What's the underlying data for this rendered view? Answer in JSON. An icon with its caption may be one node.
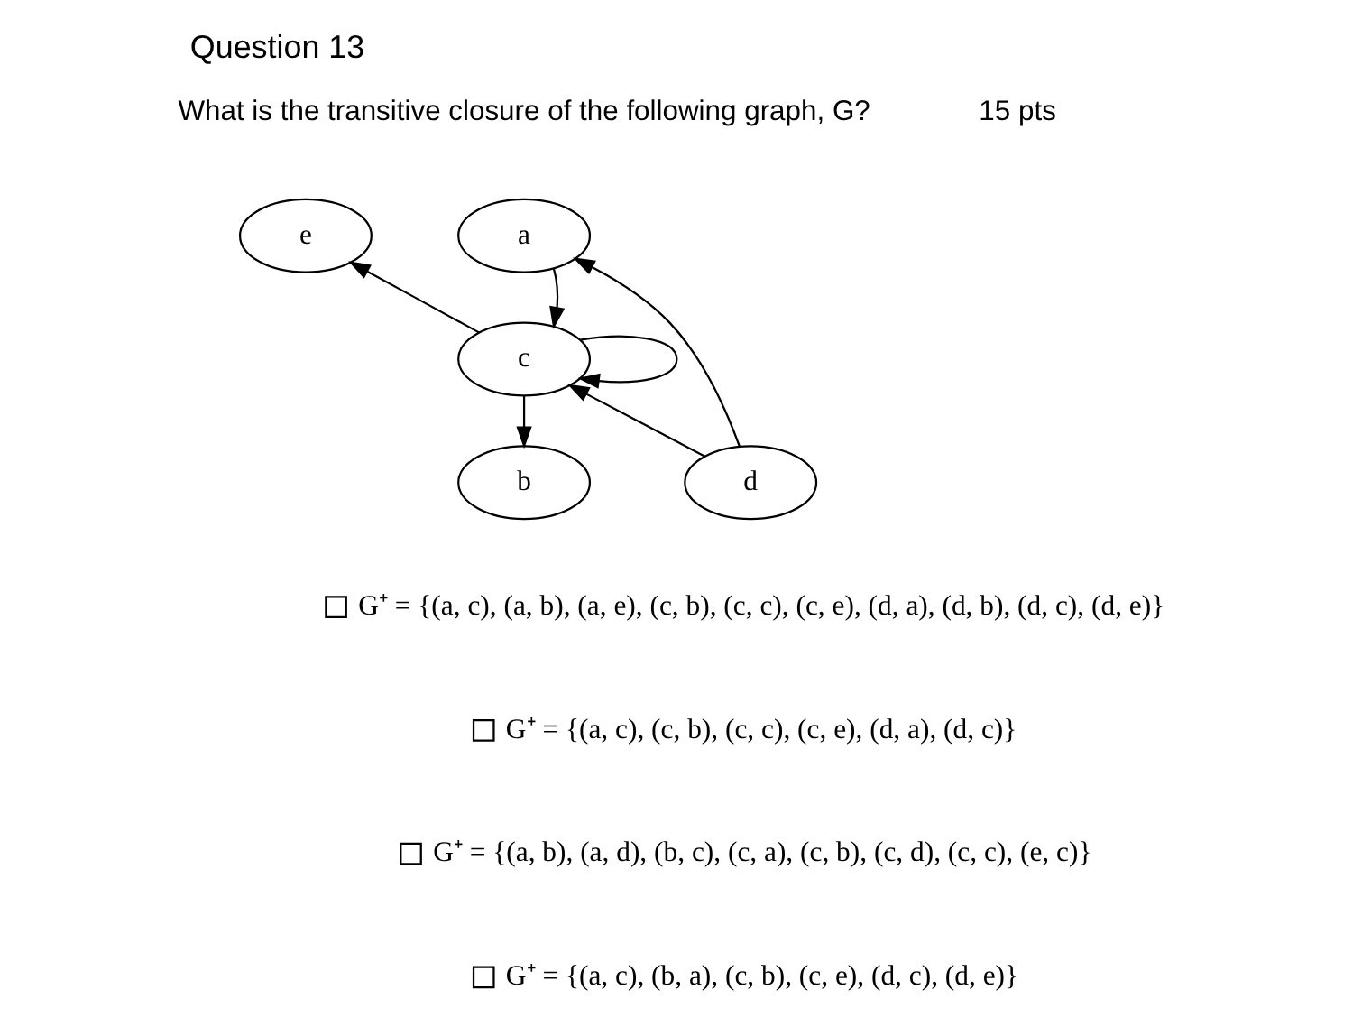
{
  "diagram": {
    "title": "Question 13",
    "nodes": [
      {
        "text": [
          "a"
        ]
      },
      {
        "text": [
          "e"
        ]
      },
      {
        "text": [
          "c"
        ]
      },
      {
        "text": [
          "d"
        ]
      },
      {
        "text": [
          "b"
        ]
      }
    ],
    "edges": [
      {
        "from": 0,
        "to": 2,
        "arrow": "to"
      },
      {
        "from": 3,
        "to": 0,
        "arrow": "to"
      },
      {
        "from": 3,
        "to": 2,
        "arrow": "to"
      },
      {
        "from": 2,
        "to": 1,
        "arrow": "to"
      },
      {
        "from": 2,
        "to": 4,
        "arrow": "to"
      },
      {
        "from": 2,
        "to": 2,
        "arrow": "to"
      }
    ],
    "labels": [
      "15 pts",
      "What is the transitive closure of the following graph, G?",
      "G⁺ = {(a, c), (a, b), (a, e), (c, b), (c, c), (c, e), (d, a), (d, b), (d, c), (d, e)}",
      "G⁺ = {(a, c), (c, b), (c, c), (c, e), (d, a), (d, c)}",
      "G⁺ = {(a, b), (a, d), (b, c), (c, a), (c, b), (c, d), (c, c), (e, c)}",
      "G⁺ = {(a, c), (b, a), (c, b), (c, e), (d, c), (d, e)}"
    ]
  }
}
